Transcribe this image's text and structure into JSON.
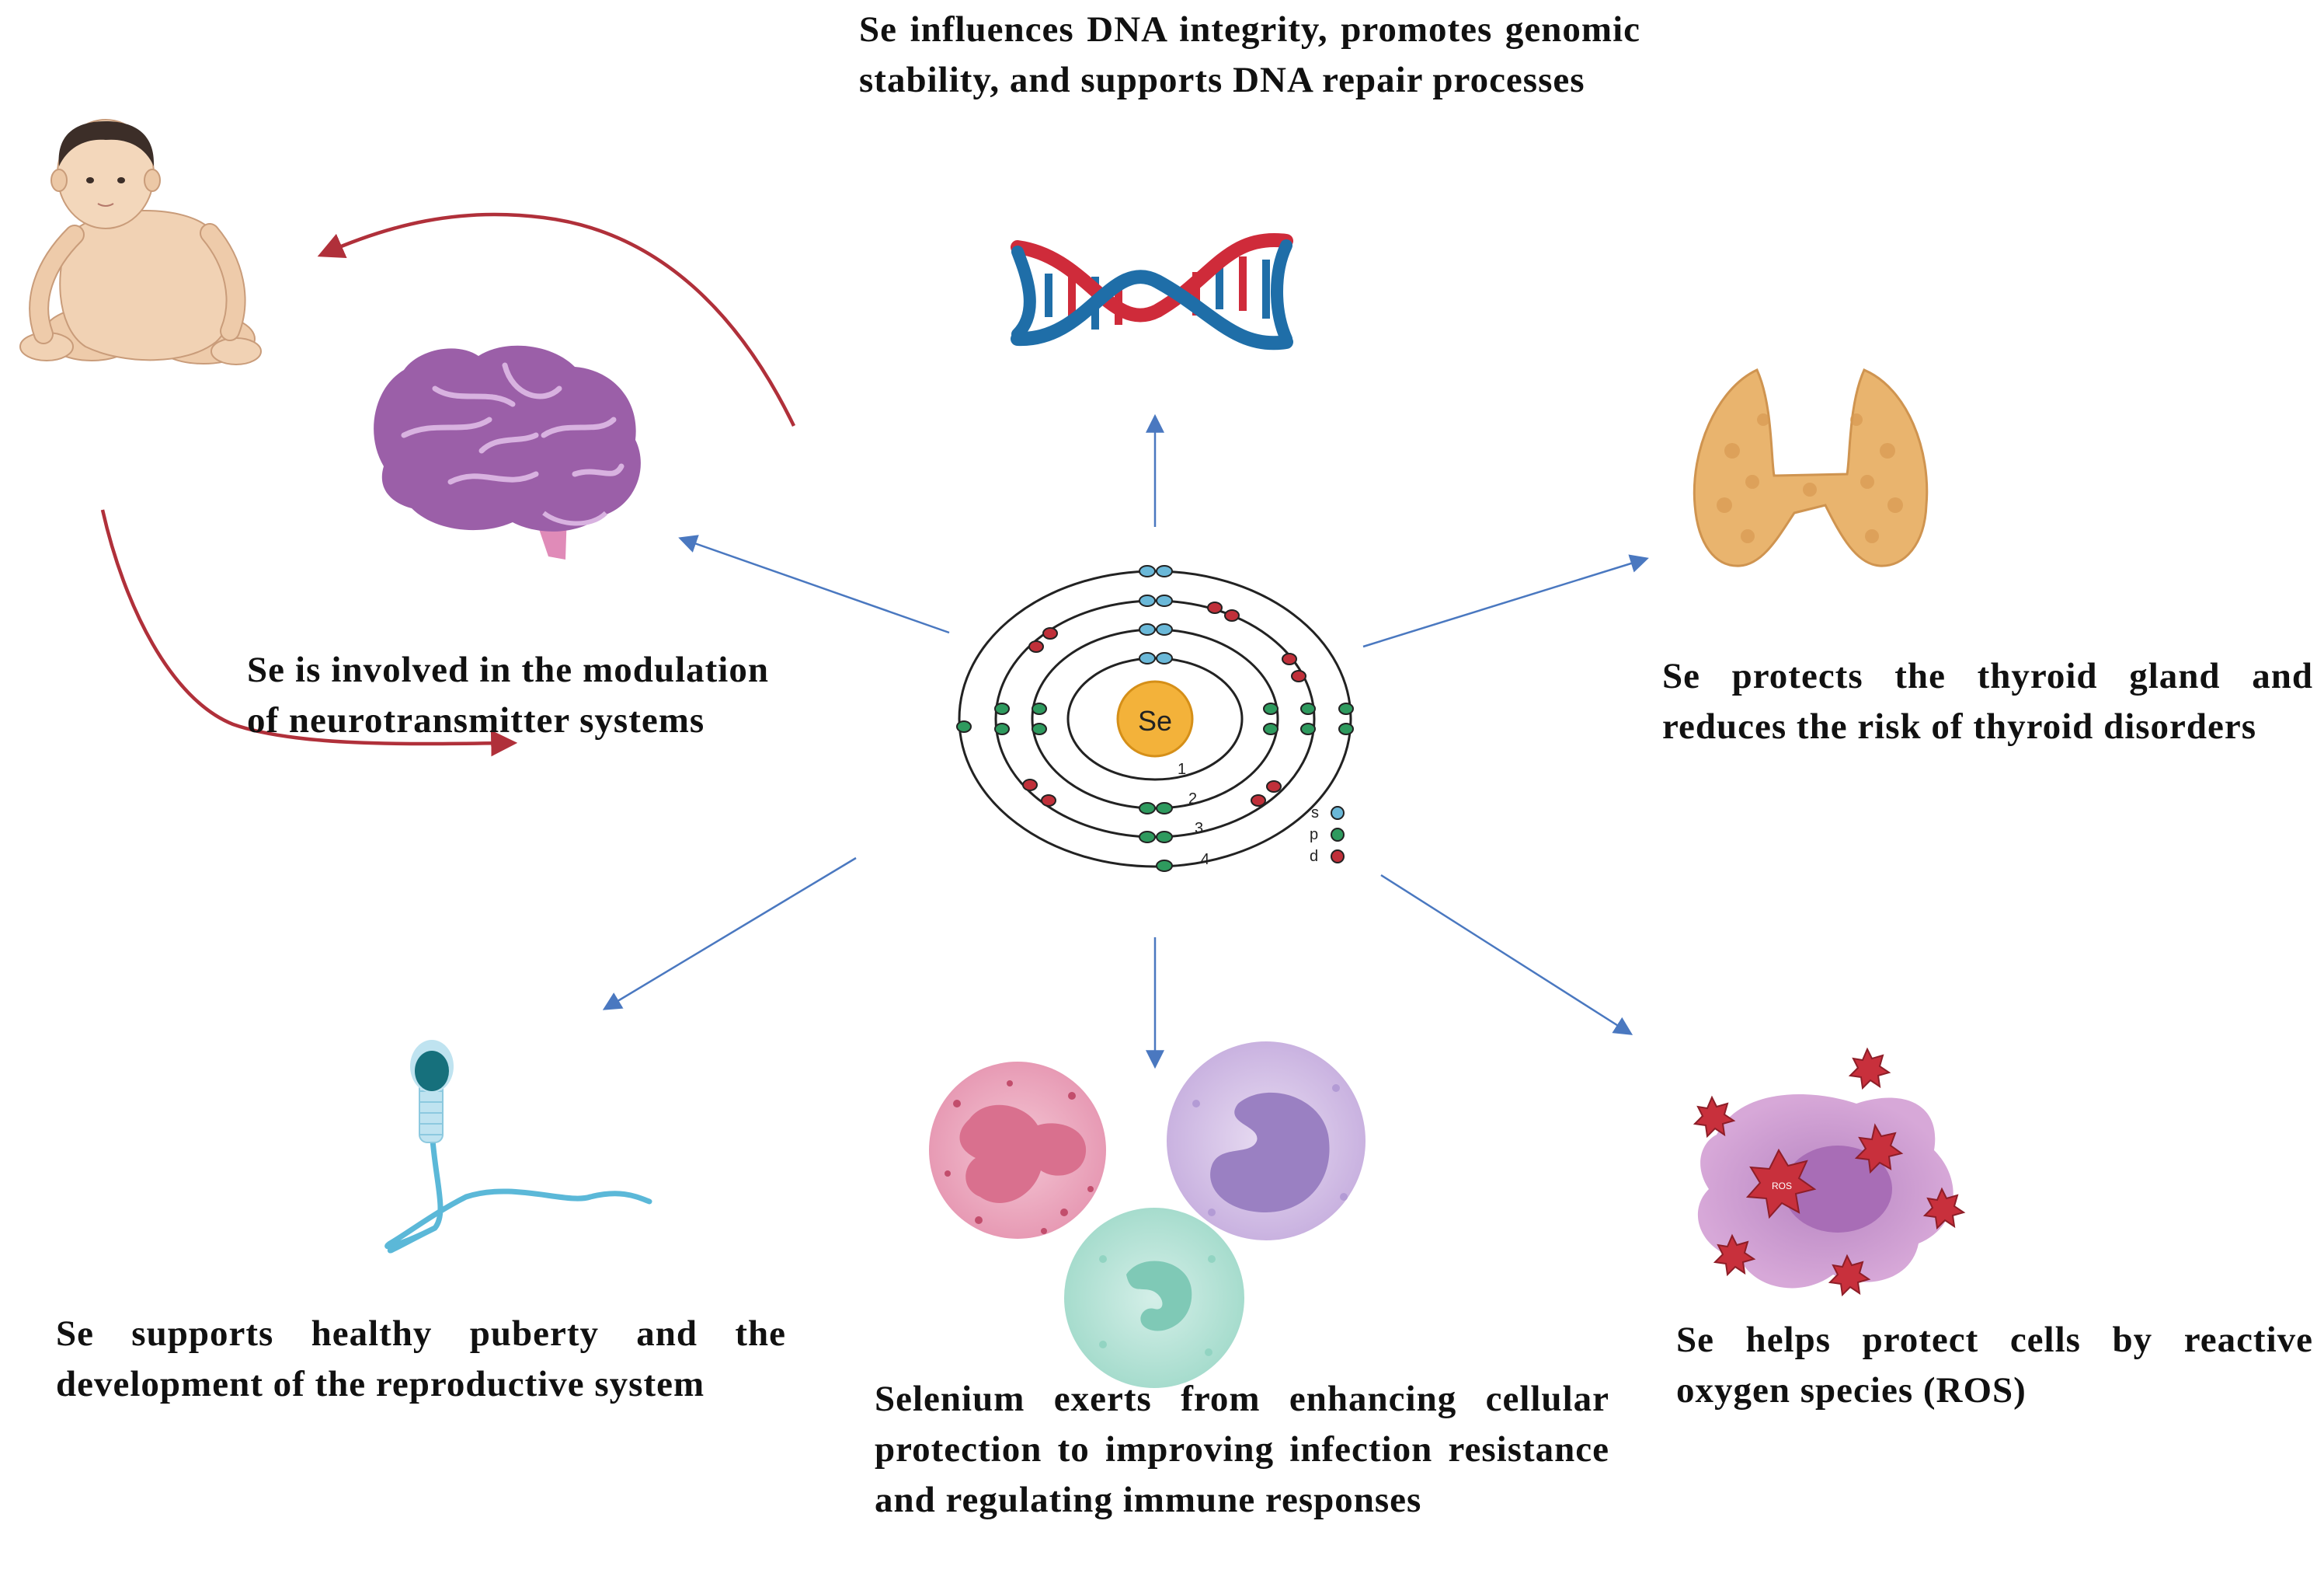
{
  "atom": {
    "symbol": "Se",
    "shell_numbers": [
      "1",
      "2",
      "3",
      "4"
    ],
    "orbital_legend": [
      "s",
      "p",
      "d"
    ]
  },
  "captions": {
    "dna": "Se influences DNA integrity, promotes genomic stability, and supports DNA repair processes",
    "brain": "Se is involved in the modulation of neurotransmitter systems",
    "thyroid": "Se protects the thyroid gland and reduces the risk of thyroid disorders",
    "reproductive": "Se supports healthy puberty and the development of the reproductive system",
    "immune": "Selenium exerts from enhancing cellular protection to improving infection resistance and regulating immune responses",
    "ros": "Se helps protect cells by reactive oxygen species (ROS)"
  },
  "ros_label": "ROS",
  "colors": {
    "arrow": "#4a78c0",
    "curved_arrow": "#b0303a",
    "s_electron": "#6ab8d8",
    "p_electron": "#2e9a5e",
    "d_electron": "#c0303a",
    "nucleus": "#f3b23a",
    "brain": "#9b5fa8",
    "thyroid": "#e9b46e",
    "dna_blue": "#1f6ea8",
    "dna_red": "#cf2b3a",
    "sperm": "#5bb8d8",
    "ros_cell": "#c690c8",
    "ros_star": "#c8303c"
  },
  "icons": [
    "baby-illustration",
    "brain-icon",
    "dna-icon",
    "thyroid-icon",
    "sperm-icon",
    "immune-cells-icon",
    "ros-cell-icon"
  ]
}
